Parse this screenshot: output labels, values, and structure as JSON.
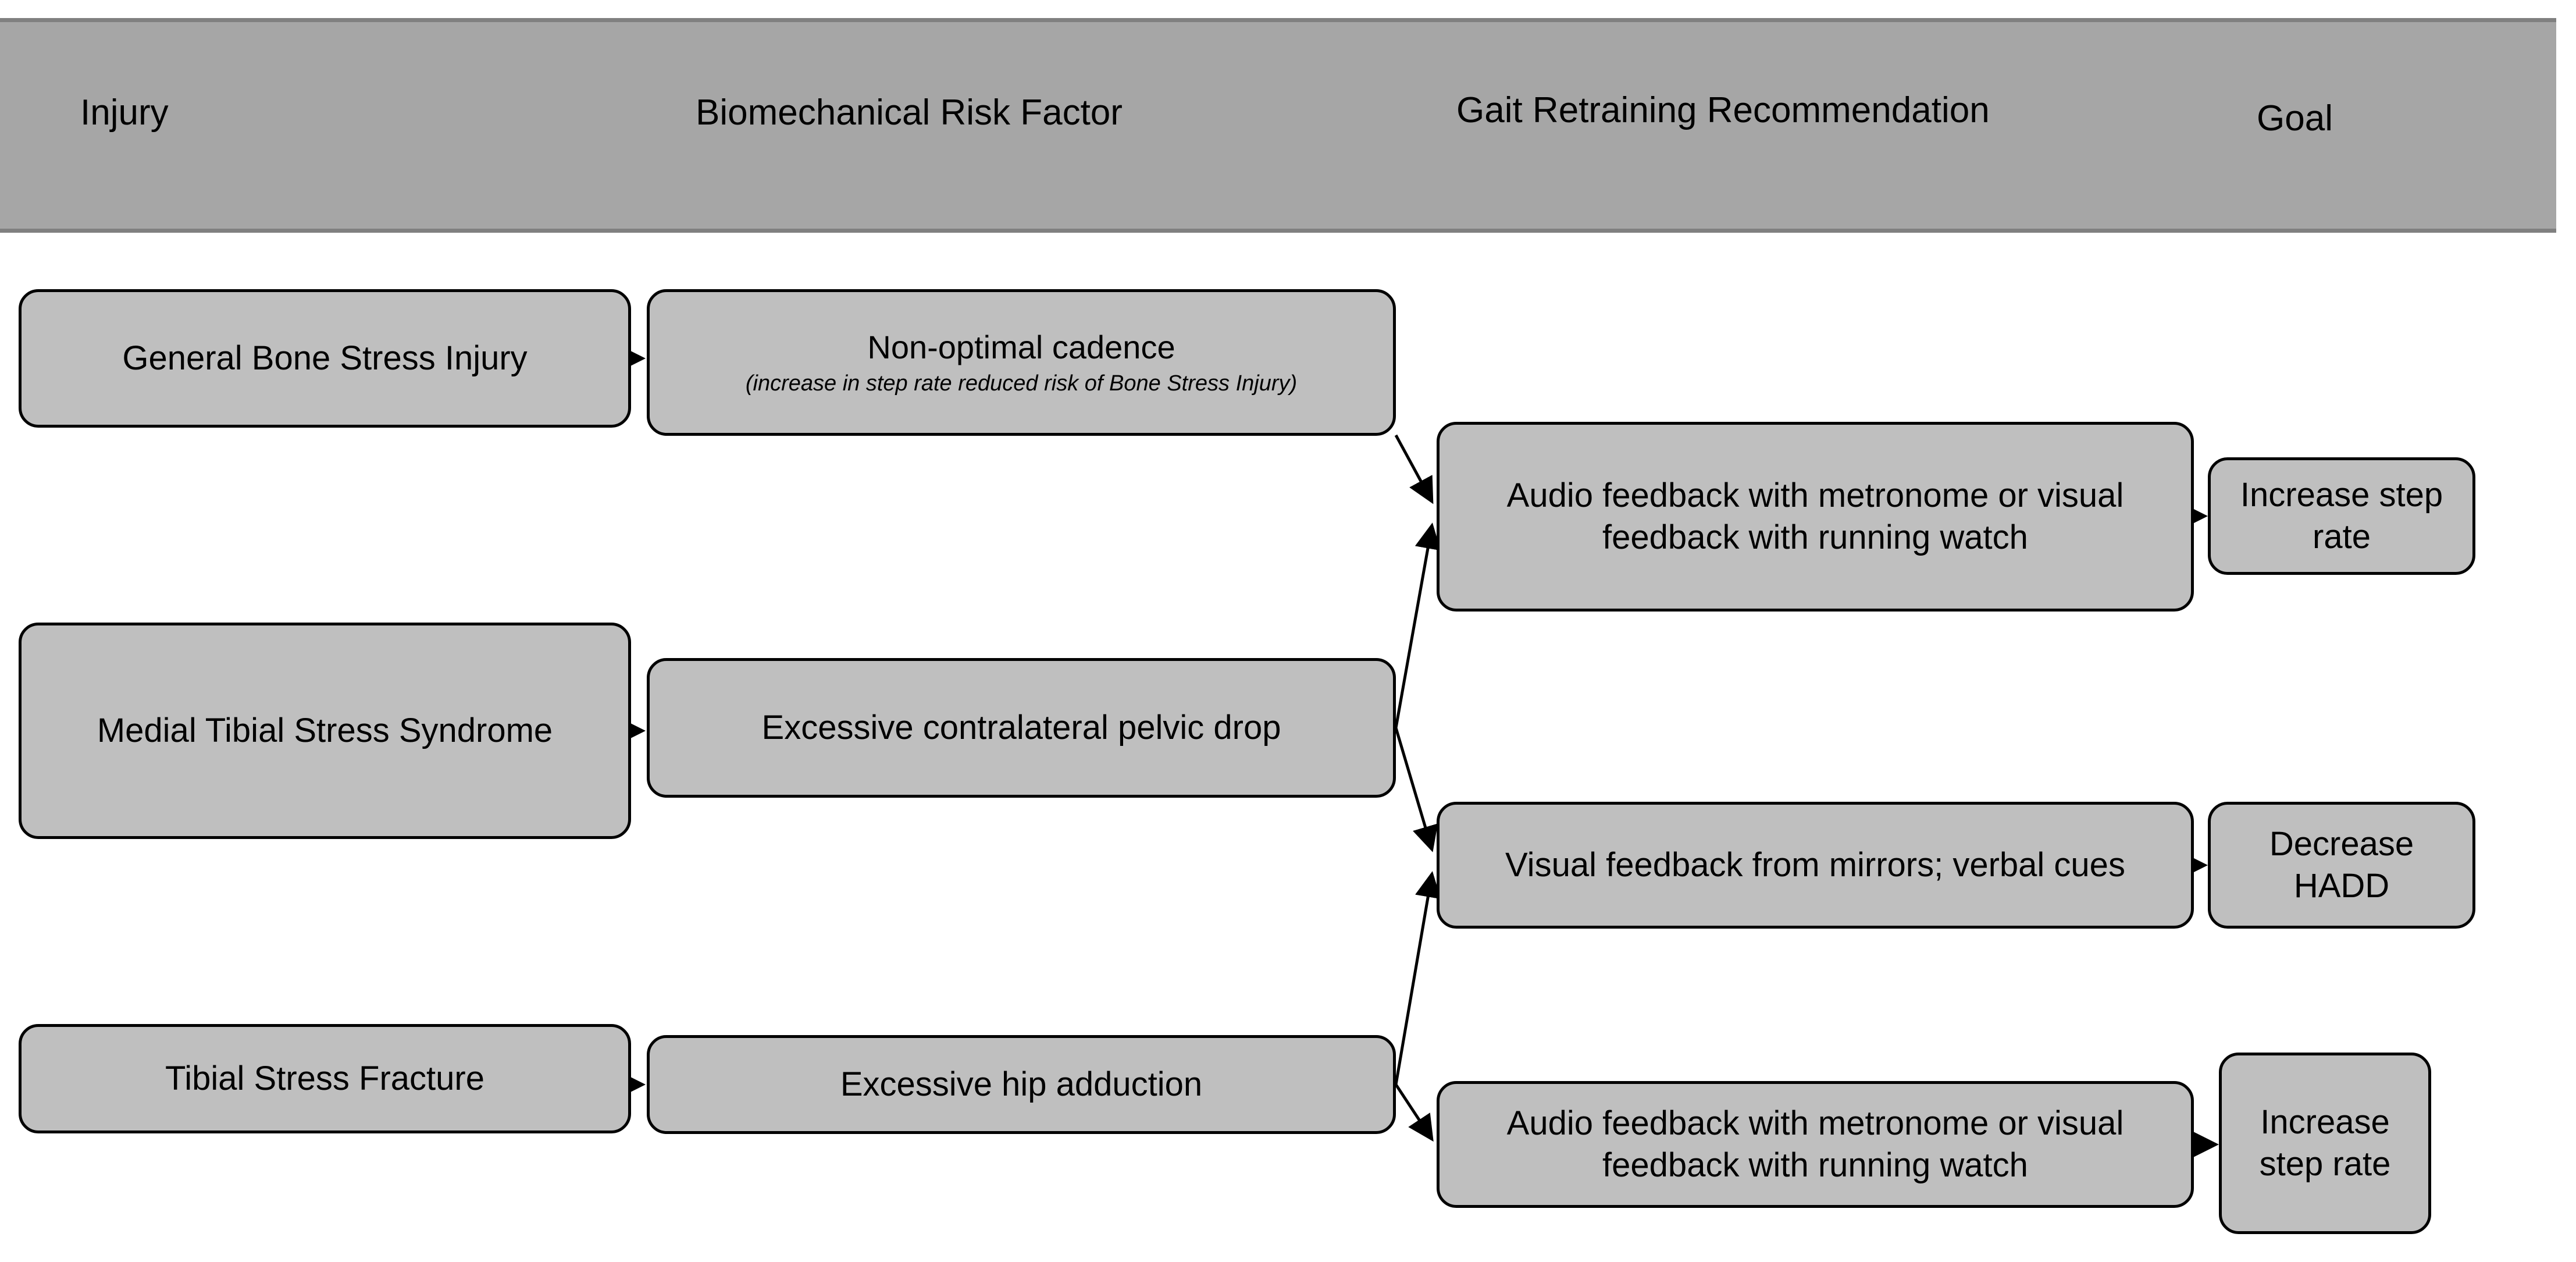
{
  "columns": [
    {
      "id": "injury",
      "label": "Injury"
    },
    {
      "id": "risk_factor",
      "label": "Biomechanical Risk Factor"
    },
    {
      "id": "recommendation",
      "label": "Gait Retraining Recommendation"
    },
    {
      "id": "goal",
      "label": "Goal"
    }
  ],
  "header": {
    "injury": "Injury",
    "risk_factor": "Biomechanical Risk Factor",
    "recommendation": "Gait Retraining Recommendation",
    "goal": "Goal"
  },
  "nodes": {
    "injuries": [
      {
        "id": "general-bone-stress-injury",
        "label": "General Bone Stress Injury"
      },
      {
        "id": "medial-tibial-stress-syndrome",
        "label": "Medial Tibial Stress Syndrome"
      },
      {
        "id": "tibial-stress-fracture",
        "label": "Tibial Stress Fracture"
      }
    ],
    "risk_factors": [
      {
        "id": "non-optimal-cadence",
        "label": "Non-optimal cadence",
        "note": "(increase in step rate reduced risk of Bone Stress Injury)"
      },
      {
        "id": "excessive-contralateral-pelvic-drop",
        "label": "Excessive contralateral pelvic drop",
        "note": ""
      },
      {
        "id": "excessive-hip-adduction",
        "label": "Excessive hip adduction",
        "note": ""
      }
    ],
    "recommendations": [
      {
        "id": "audio-or-visual-feedback-1",
        "label": "Audio feedback with metronome or visual feedback with running watch"
      },
      {
        "id": "visual-feedback-mirrors",
        "label": "Visual feedback from mirrors; verbal cues"
      },
      {
        "id": "audio-or-visual-feedback-2",
        "label": "Audio feedback with metronome or visual feedback with running watch"
      }
    ],
    "goals": [
      {
        "id": "increase-step-rate-1",
        "label": "Increase step rate"
      },
      {
        "id": "decrease-hadd",
        "label": "Decrease HADD"
      },
      {
        "id": "increase-step-rate-2",
        "label": "Increase step rate"
      }
    ]
  },
  "edges": [
    {
      "from": "general-bone-stress-injury",
      "to": "non-optimal-cadence"
    },
    {
      "from": "medial-tibial-stress-syndrome",
      "to": "excessive-contralateral-pelvic-drop"
    },
    {
      "from": "tibial-stress-fracture",
      "to": "excessive-hip-adduction"
    },
    {
      "from": "non-optimal-cadence",
      "to": "audio-or-visual-feedback-1"
    },
    {
      "from": "excessive-contralateral-pelvic-drop",
      "to": "audio-or-visual-feedback-1"
    },
    {
      "from": "excessive-contralateral-pelvic-drop",
      "to": "visual-feedback-mirrors"
    },
    {
      "from": "excessive-hip-adduction",
      "to": "visual-feedback-mirrors"
    },
    {
      "from": "excessive-hip-adduction",
      "to": "audio-or-visual-feedback-2"
    },
    {
      "from": "audio-or-visual-feedback-1",
      "to": "increase-step-rate-1"
    },
    {
      "from": "visual-feedback-mirrors",
      "to": "decrease-hadd"
    },
    {
      "from": "audio-or-visual-feedback-2",
      "to": "increase-step-rate-2"
    }
  ],
  "colors": {
    "header_band": "#a6a6a6",
    "header_border": "#808080",
    "node_fill": "#bfbfbf",
    "node_border": "#000000",
    "connector": "#000000",
    "page_background": "#ffffff",
    "text": "#000000"
  }
}
